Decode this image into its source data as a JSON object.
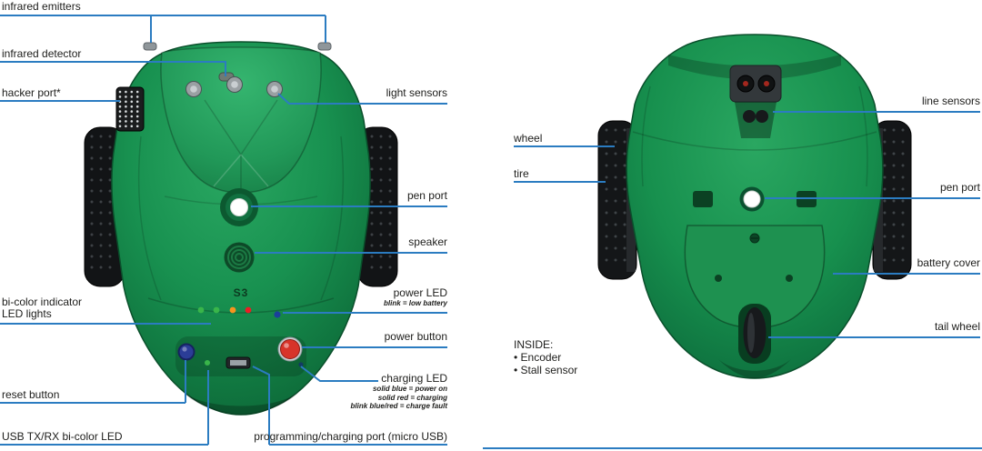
{
  "colors": {
    "leader": "#2b7cc1",
    "ink": "#1d1d1b"
  },
  "top_view": {
    "logo": "S3",
    "labels": {
      "infrared_emitters": "infrared emitters",
      "infrared_detector": "infrared detector",
      "hacker_port": "hacker port*",
      "light_sensors": "light sensors",
      "pen_port": "pen port",
      "speaker": "speaker",
      "power_led": "power LED",
      "power_led_note": "blink = low battery",
      "power_button": "power button",
      "bicolor_leds": "bi-color indicator LED lights",
      "reset_button": "reset button",
      "charging_led": "charging LED",
      "charging_led_note1": "solid blue = power on",
      "charging_led_note2": "solid red = charging",
      "charging_led_note3": "blink blue/red = charge fault",
      "usb_txrx_led": "USB TX/RX bi-color LED",
      "programming_port": "programming/charging port (micro USB)"
    }
  },
  "bottom_view": {
    "labels": {
      "line_sensors": "line sensors",
      "wheel": "wheel",
      "tire": "tire",
      "pen_port": "pen port",
      "battery_cover": "battery cover",
      "tail_wheel": "tail wheel"
    },
    "inside": {
      "title": "INSIDE:",
      "items": [
        "Encoder",
        "Stall sensor"
      ]
    }
  }
}
